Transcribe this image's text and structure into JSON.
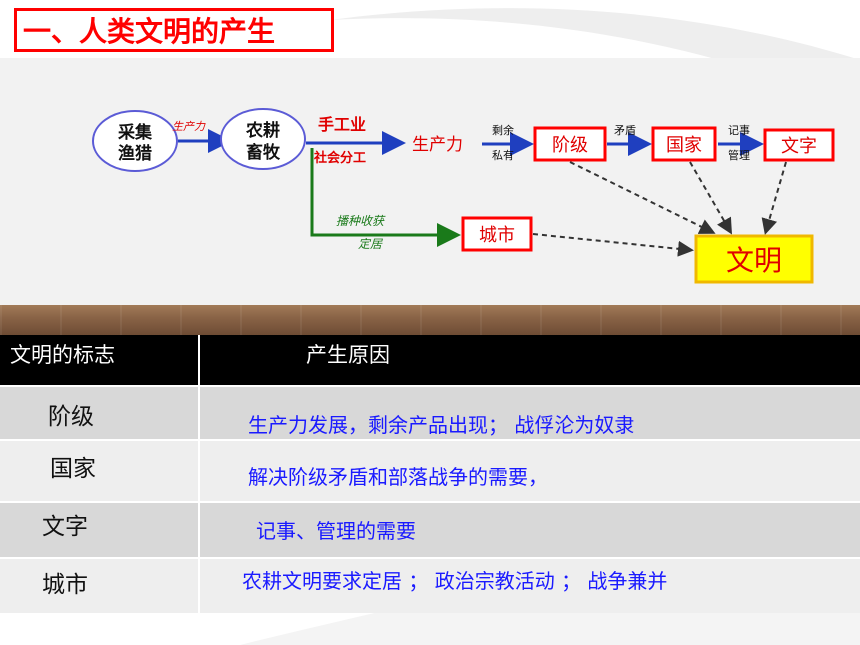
{
  "title": "一、人类文明的产生",
  "diagram": {
    "nodes": {
      "gather": [
        "采集",
        "渔猎"
      ],
      "farm": [
        "农耕",
        "畜牧"
      ],
      "class": "阶级",
      "state": "国家",
      "writing": "文字",
      "city": "城市",
      "civilization": "文明"
    },
    "edge_labels": {
      "productivity_small": "生产力",
      "handicraft": "手工业",
      "social_division": "社会分工",
      "productivity": "生产力",
      "surplus": "剩余",
      "private": "私有",
      "contradiction": "矛盾",
      "record": "记事",
      "manage": "管理",
      "sow_harvest": "播种收获",
      "settle": "定居"
    },
    "colors": {
      "blue_arrow": "#1f3fbf",
      "green_arrow": "#1a7a1a",
      "red_border": "#ff0000",
      "civ_fill": "#ffff00",
      "civ_border": "#f0b800"
    }
  },
  "table": {
    "header": {
      "col1": "文明的标志",
      "col2": "产生原因"
    },
    "rows": [
      {
        "sign": "阶级",
        "reason": "生产力发展，剩余产品出现； 战俘沦为奴隶"
      },
      {
        "sign": "国家",
        "reason": "解决阶级矛盾和部落战争的需要，"
      },
      {
        "sign": "文字",
        "reason": "记事、管理的需要"
      },
      {
        "sign": "城市",
        "reason": "农耕文明要求定居 ； 政治宗教活动 ； 战争兼并"
      }
    ],
    "colors": {
      "header_bg": "#000000",
      "reason_text": "#1a1aff"
    }
  }
}
